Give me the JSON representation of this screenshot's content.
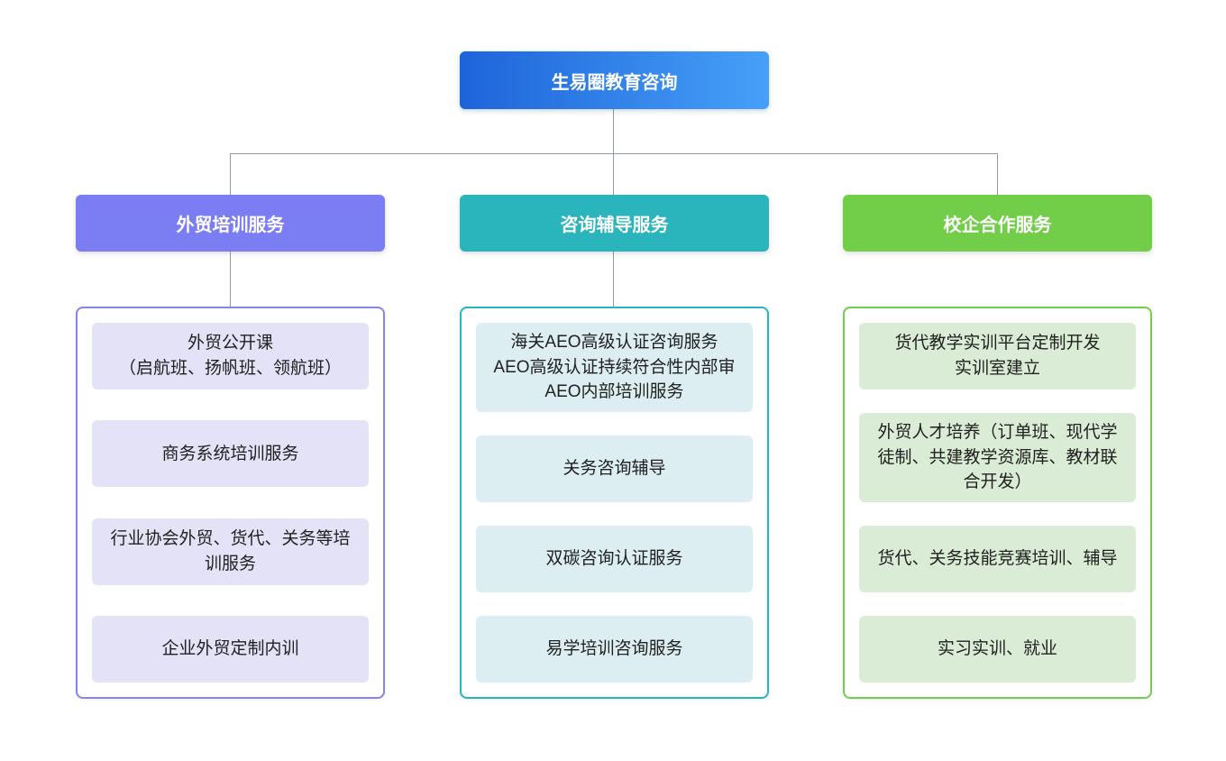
{
  "root": {
    "title": "生易圈教育咨询"
  },
  "branches": [
    {
      "header": "外贸培训服务",
      "items": [
        "外贸公开课\n（启航班、扬帆班、领航班）",
        "商务系统培训服务",
        "行业协会外贸、货代、关务等培\n训服务",
        "企业外贸定制内训"
      ]
    },
    {
      "header": "咨询辅导服务",
      "items": [
        "海关AEO高级认证咨询服务\nAEO高级认证持续符合性内部审\nAEO内部培训服务",
        "关务咨询辅导",
        "双碳咨询认证服务",
        "易学培训咨询服务"
      ]
    },
    {
      "header": "校企合作服务",
      "items": [
        "货代教学实训平台定制开发\n实训室建立",
        "外贸人才培养（订单班、现代学\n徒制、共建教学资源库、教材联\n合开发）",
        "货代、关务技能竞赛培训、辅导",
        "实习实训、就业"
      ]
    }
  ],
  "colors": {
    "root_gradient_start": "#1d64da",
    "root_gradient_end": "#47a0f8",
    "branch_1_header": "#7b7df2",
    "branch_2_header": "#2ab5bd",
    "branch_3_header": "#72ce49",
    "branch_1_border": "#8486ef",
    "branch_2_border": "#25b6bf",
    "branch_3_border": "#74cd4e",
    "branch_1_item_bg": "#e4e2f7",
    "branch_2_item_bg": "#dceef2",
    "branch_3_item_bg": "#dbecd6",
    "connector": "#919aa5"
  }
}
